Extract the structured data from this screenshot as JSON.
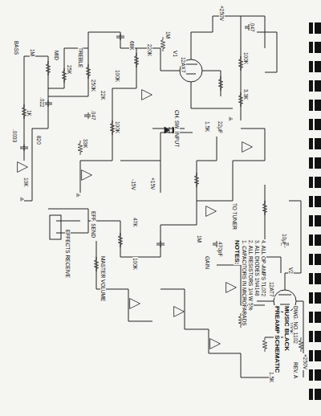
{
  "diagram": {
    "labels": [
      "+250V",
      "12AX7",
      "V1",
      "1M",
      "220K",
      "68K",
      "100K",
      "1.5K",
      "22μF",
      "100K",
      "3.3K",
      ".047",
      "TREBLE",
      "250K",
      "BASS",
      "1M",
      "MID",
      "25K",
      ".022",
      ".047",
      "33K",
      "820",
      "10K",
      "1K",
      ".0033",
      "100K",
      "22K",
      "EFF. SEND",
      "EFFECTS RECEIVE",
      "MASTER VOLUME",
      "100K",
      "47K",
      "+15V",
      "-15V",
      "GAIN",
      "1M",
      "CH. SW. INPUT",
      "TO TUNER",
      "12AT7",
      "V2",
      "+250V",
      "100K",
      "1.5K",
      "NOTES:",
      "1. CAPACITORS IN MICROFARADS",
      "2. ALL RESISTORS 1/4 W 5%",
      "3. ALL DIODES 1N4148",
      "4. ALL OP-AMPS TL072",
      "PREAMP SCHEMATIC",
      "MUSIC BLACK",
      "DWG. NO. 1102",
      "REV. A",
      "470pF",
      "10μF"
    ]
  }
}
